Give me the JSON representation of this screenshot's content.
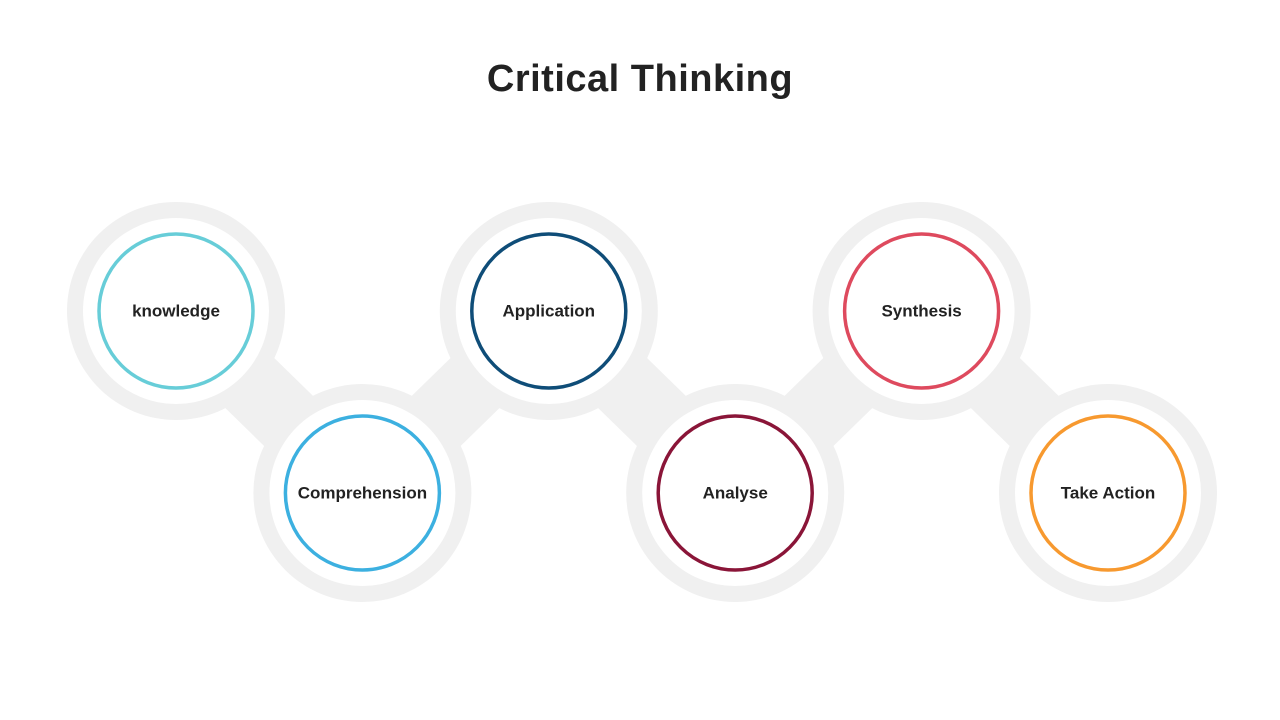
{
  "title": "Critical Thinking",
  "steps": [
    {
      "label": "knowledge",
      "color": "#67cdd8"
    },
    {
      "label": "Comprehension",
      "color": "#3cb0e0"
    },
    {
      "label": "Application",
      "color": "#0f4d78"
    },
    {
      "label": "Analyse",
      "color": "#8a1538"
    },
    {
      "label": "Synthesis",
      "color": "#de4a5e"
    },
    {
      "label": "Take Action",
      "color": "#f7992f"
    }
  ],
  "track_color": "#f0f0f0"
}
